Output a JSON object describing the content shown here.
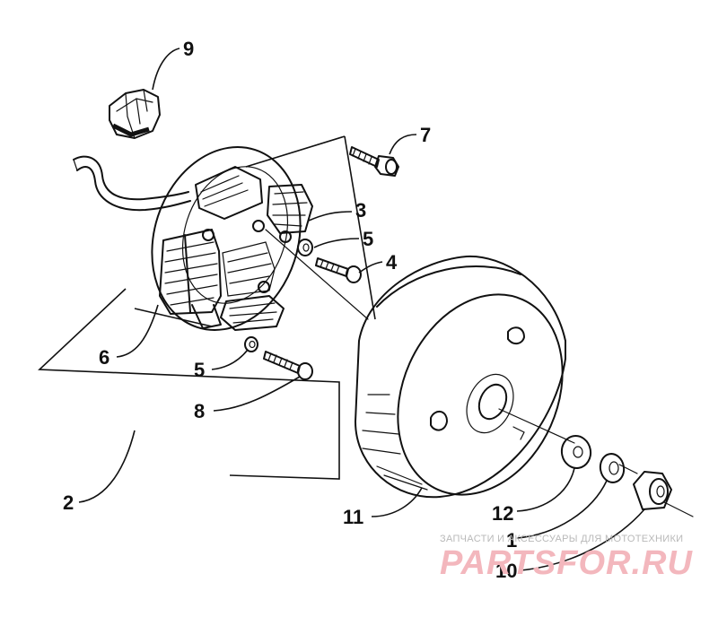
{
  "callouts": {
    "c9": "9",
    "c7": "7",
    "c3": "3",
    "c5a": "5",
    "c4": "4",
    "c6": "6",
    "c5b": "5",
    "c8": "8",
    "c2": "2",
    "c11": "11",
    "c12": "12",
    "c1": "1",
    "c10": "10"
  },
  "watermark": {
    "caption": "ЗАПЧАСТИ И АКСЕССУАРЫ ДЛЯ МОТОТЕХНИКИ",
    "logo": "PARTSFOR.RU"
  },
  "colors": {
    "ink": "#111111",
    "watermark_logo": "#f3b7bd",
    "watermark_caption": "#b9b9b9"
  }
}
